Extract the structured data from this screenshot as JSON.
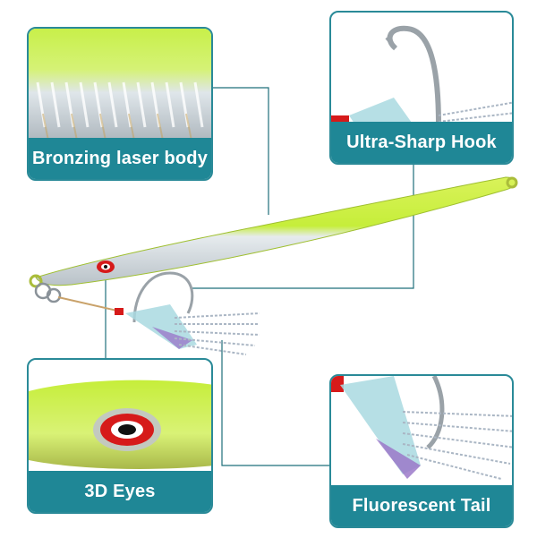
{
  "callouts": {
    "body": {
      "label": "Bronzing laser body"
    },
    "hook": {
      "label": "Ultra-Sharp Hook"
    },
    "eyes": {
      "label": "3D Eyes"
    },
    "tail": {
      "label": "Fluorescent Tail"
    }
  },
  "colors": {
    "panel_border": "#2a8a98",
    "caption_bg": "#1f8796",
    "leader_line": "#1f6f7a",
    "lure_green": "#c6ee3a",
    "lure_silver": "#d8dde2",
    "eye_red": "#d61a1a"
  }
}
